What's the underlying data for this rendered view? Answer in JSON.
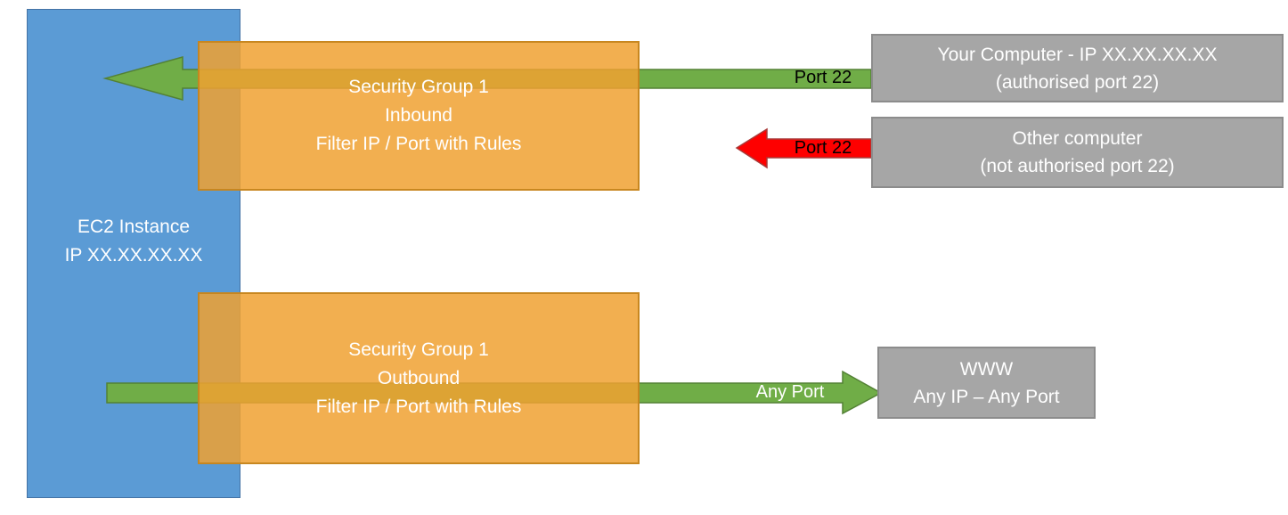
{
  "diagram": {
    "ec2": {
      "name_line": "EC2 Instance",
      "ip_line": "IP XX.XX.XX.XX"
    },
    "inbound_sg": {
      "title": "Security Group 1",
      "direction": "Inbound",
      "rule": "Filter IP / Port with Rules"
    },
    "outbound_sg": {
      "title": "Security Group 1",
      "direction": "Outbound",
      "rule": "Filter IP / Port with Rules"
    },
    "your_computer": {
      "title": "Your Computer - IP XX.XX.XX.XX",
      "subtitle": "(authorised port 22)"
    },
    "other_computer": {
      "title": "Other computer",
      "subtitle": "(not authorised port 22)"
    },
    "www_node": {
      "title": "WWW",
      "subtitle": "Any IP – Any Port"
    },
    "arrow_labels": {
      "inbound_allowed": "Port 22",
      "inbound_blocked": "Port 22",
      "outbound": "Any Port"
    },
    "colors": {
      "ec2_blue": "#5B9BD5",
      "security_group_orange": "#F0A131",
      "external_gray": "#A6A6A6",
      "allowed_green": "#70AD47",
      "blocked_red": "#FF0000"
    }
  }
}
